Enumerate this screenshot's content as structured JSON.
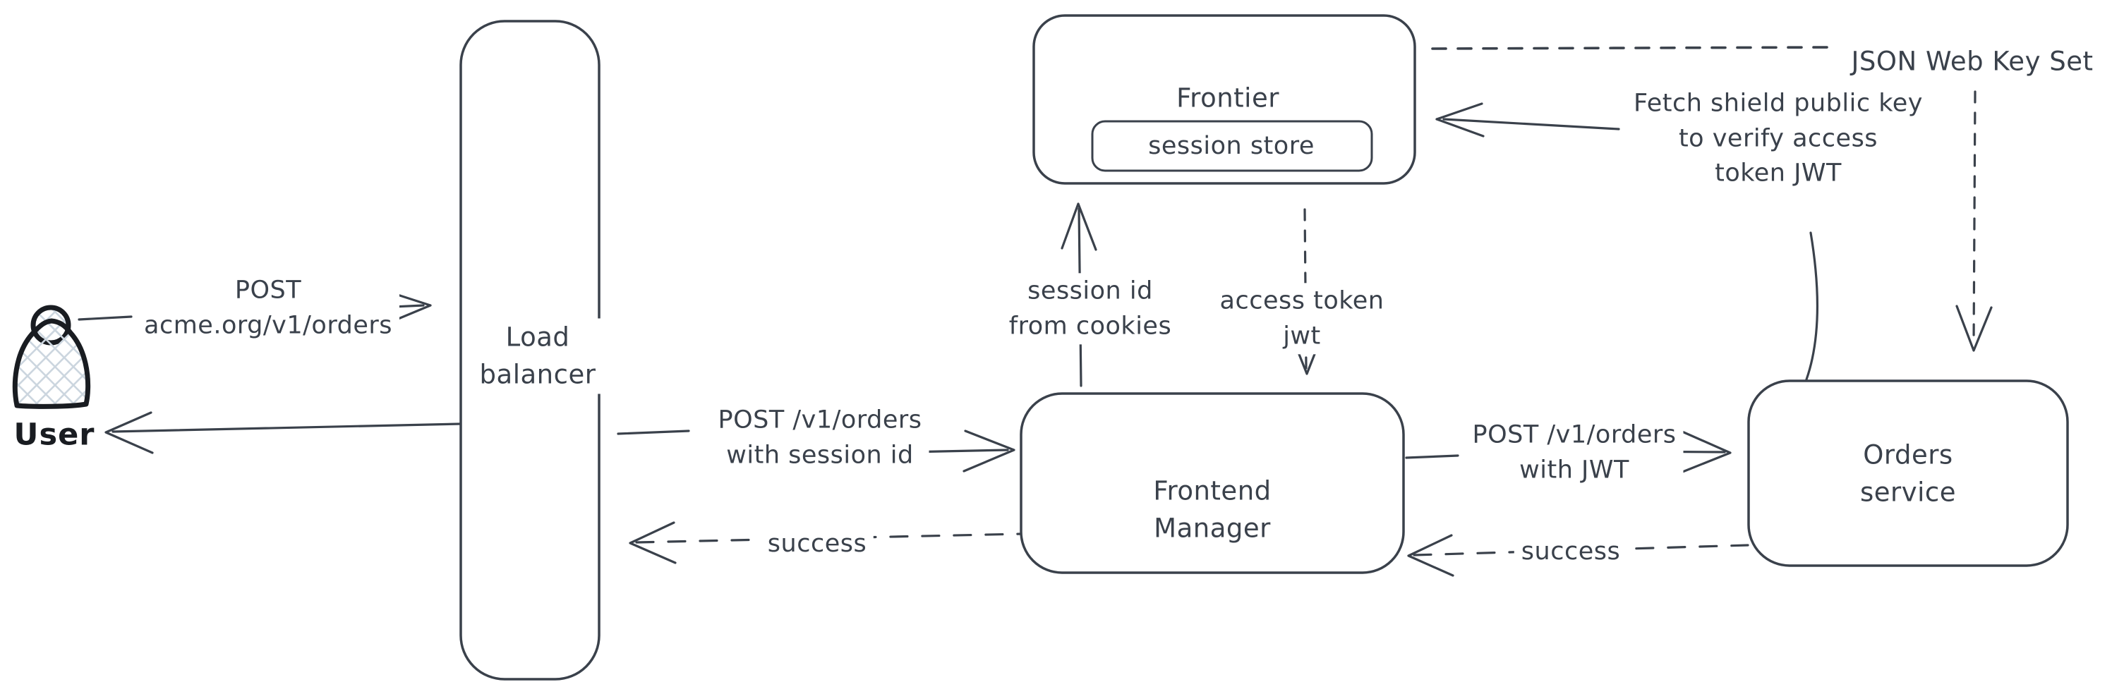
{
  "diagram": {
    "type": "architecture-flow",
    "nodes": {
      "user": {
        "label": "User"
      },
      "load_balancer": {
        "label": "Load\nbalancer"
      },
      "frontier": {
        "label": "Frontier"
      },
      "session_store": {
        "label": "session store"
      },
      "frontend_manager": {
        "label": "Frontend\nManager"
      },
      "orders_service": {
        "label": "Orders service"
      }
    },
    "edges": {
      "user_request": {
        "label": "POST\nacme.org/v1/orders",
        "style": "solid",
        "from": "user",
        "to": "load_balancer"
      },
      "lb_response_to_user": {
        "label": "",
        "style": "solid",
        "from": "load_balancer",
        "to": "user"
      },
      "lb_to_frontend": {
        "label": "POST /v1/orders\nwith session id",
        "style": "solid",
        "from": "load_balancer",
        "to": "frontend_manager"
      },
      "frontend_to_lb_success": {
        "label": "success",
        "style": "dashed",
        "from": "frontend_manager",
        "to": "load_balancer"
      },
      "session_lookup": {
        "label": "session id\nfrom cookies",
        "style": "solid",
        "from": "frontend_manager",
        "to": "frontier"
      },
      "access_token": {
        "label": "access token\njwt",
        "style": "dashed",
        "from": "frontier",
        "to": "frontend_manager"
      },
      "frontend_to_orders": {
        "label": "POST /v1/orders\nwith JWT",
        "style": "solid",
        "from": "frontend_manager",
        "to": "orders_service"
      },
      "orders_to_frontend_success": {
        "label": "success",
        "style": "dashed",
        "from": "orders_service",
        "to": "frontend_manager"
      },
      "jwks": {
        "label": "JSON Web Key Set",
        "style": "dashed",
        "from": "frontier",
        "to": "orders_service"
      },
      "fetch_key": {
        "label": "Fetch shield public key\nto verify access\ntoken JWT",
        "style": "solid",
        "from": "orders_service",
        "to": "frontier"
      }
    },
    "colors": {
      "stroke": "#3a414b",
      "user_stroke": "#191c21",
      "hatch": "#ccd6df",
      "background": "#ffffff"
    }
  }
}
